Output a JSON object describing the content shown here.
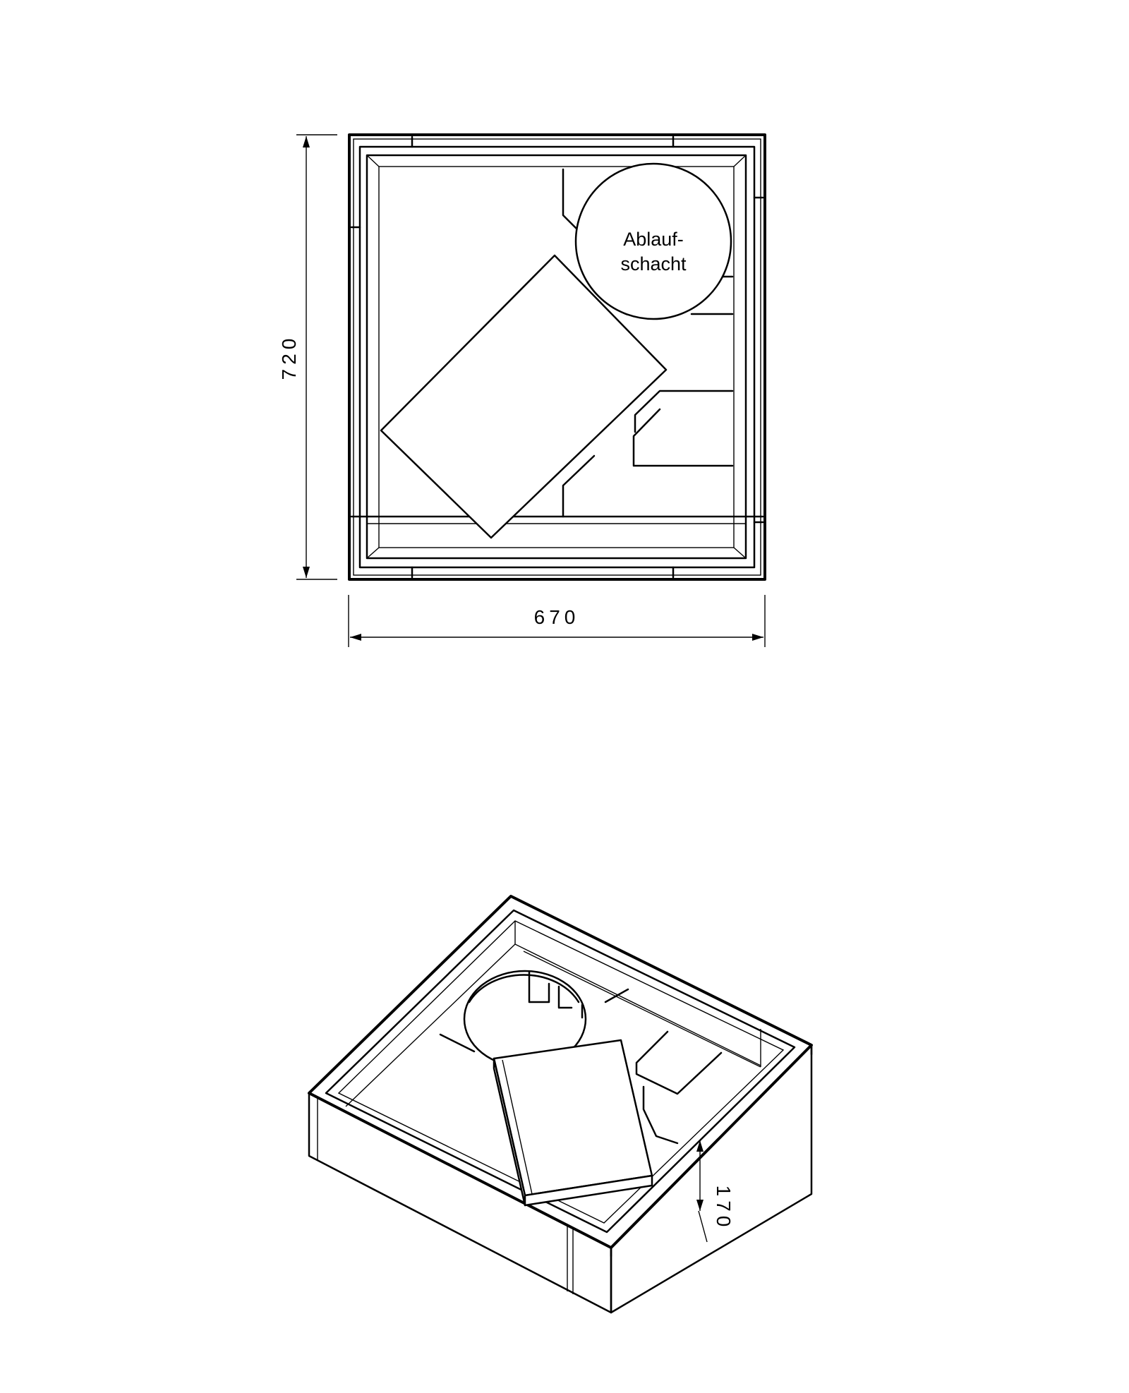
{
  "plan_view": {
    "width_dimension": "670",
    "height_dimension": "720",
    "drain_label_line1": "Ablauf-",
    "drain_label_line2": "schacht"
  },
  "iso_view": {
    "height_dimension": "170"
  }
}
